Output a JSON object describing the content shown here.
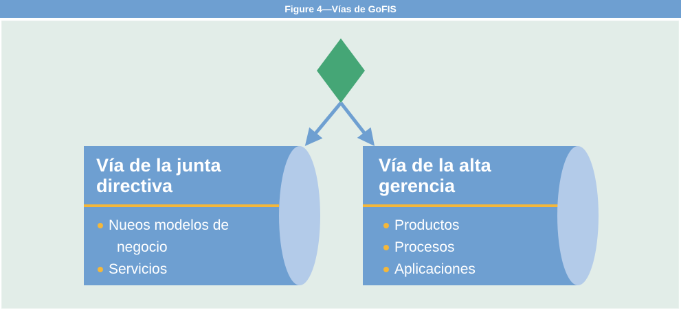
{
  "figure": {
    "caption": "Figure 4—Vías de GoFIS",
    "diamond_color": "#45a676",
    "arrow_color": "#6e9fd1",
    "cylinder_color": "#6e9fd1",
    "cylinder_end_color": "#b3cbe9",
    "divider_color": "#f4b73a"
  },
  "left_pillar": {
    "title_line1": "Vía de la junta",
    "title_line2": "directiva",
    "bullet1_line1": "Nueos modelos de",
    "bullet1_line2": "negocio",
    "bullet2": "Servicios"
  },
  "right_pillar": {
    "title_line1": "Vía de la alta",
    "title_line2": "gerencia",
    "bullet1": "Productos",
    "bullet2": "Procesos",
    "bullet3": "Aplicaciones"
  }
}
